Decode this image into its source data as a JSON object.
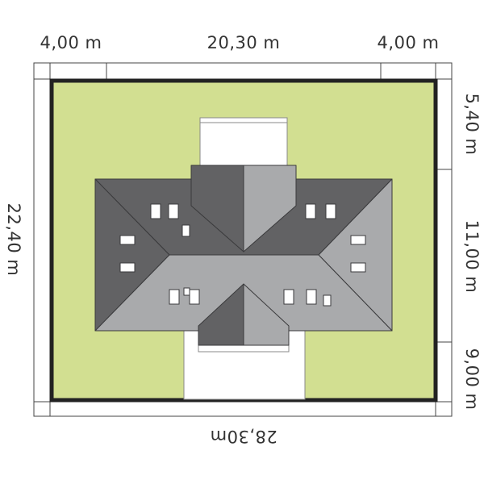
{
  "dimensions": {
    "top_left": "4,00 m",
    "top_center": "20,30 m",
    "top_right": "4,00 m",
    "bottom_total": "28,30m",
    "left_total": "22,40 m",
    "right_top": "5,40 m",
    "right_middle": "11,00 m",
    "right_bottom": "9,00 m"
  },
  "colors": {
    "lawn": "#d2df91",
    "plot_border": "#222222",
    "roof_dark": "#626264",
    "roof_light": "#a9aaac",
    "terrace": "#ffffff",
    "frame_line": "#444444"
  }
}
